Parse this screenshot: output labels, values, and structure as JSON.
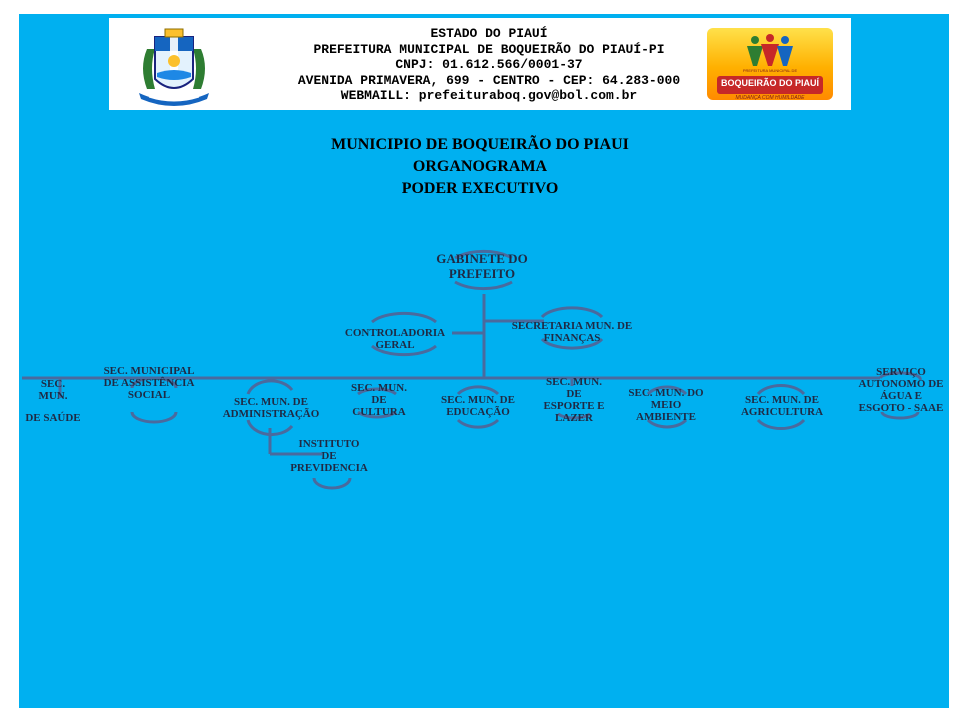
{
  "header": {
    "lines": [
      "ESTADO DO PIAUÍ",
      "PREFEITURA MUNICIPAL DE BOQUEIRÃO DO PIAUÍ-PI",
      "CNPJ: 01.612.566/0001-37",
      "AVENIDA PRIMAVERA, 699 - CENTRO - CEP: 64.283-000",
      "WEBMAILL: prefeituraboq.gov@bol.com.br"
    ],
    "logo_right": {
      "small": "PREFEITURA MUNICIPAL DE",
      "name": "BOQUEIRÃO DO PIAUÍ",
      "slogan": "MUDANÇA COM HUMILDADE"
    }
  },
  "title": {
    "line1": "MUNICIPIO DE BOQUEIRÃO DO PIAUI",
    "line2": "ORGANOGRAMA",
    "line3": "PODER EXECUTIVO"
  },
  "org": {
    "root": "GABINETE DO PREFEITO",
    "controladoria": "CONTROLADORIA GERAL",
    "financas": "SECRETARIA MUN. DE FINANÇAS",
    "saude": [
      "SEC.",
      "MUN.",
      "DE SAÚDE"
    ],
    "assistencia": "SEC. MUNICIPAL DE ASSISTÊNCIA SOCIAL",
    "administracao": "SEC. MUN. DE ADMINISTRAÇÃO",
    "cultura": "SEC. MUN. DE CULTURA",
    "educacao": "SEC. MUN. DE EDUCAÇÃO",
    "esporte": "SEC. MUN. DE ESPORTE E LAZER",
    "meio_ambiente": "SEC. MUN. DO MEIO AMBIENTE",
    "agricultura": "SEC. MUN. DE AGRICULTURA",
    "saae": "SERVIÇO AUTONOMO DE ÁGUA E ESGOTO - SAAE",
    "instituto": "INSTITUTO DE PREVIDENCIA"
  },
  "colors": {
    "background": "#00b0f0",
    "connector": "#4a6a9e",
    "text": "#1f2a44"
  }
}
